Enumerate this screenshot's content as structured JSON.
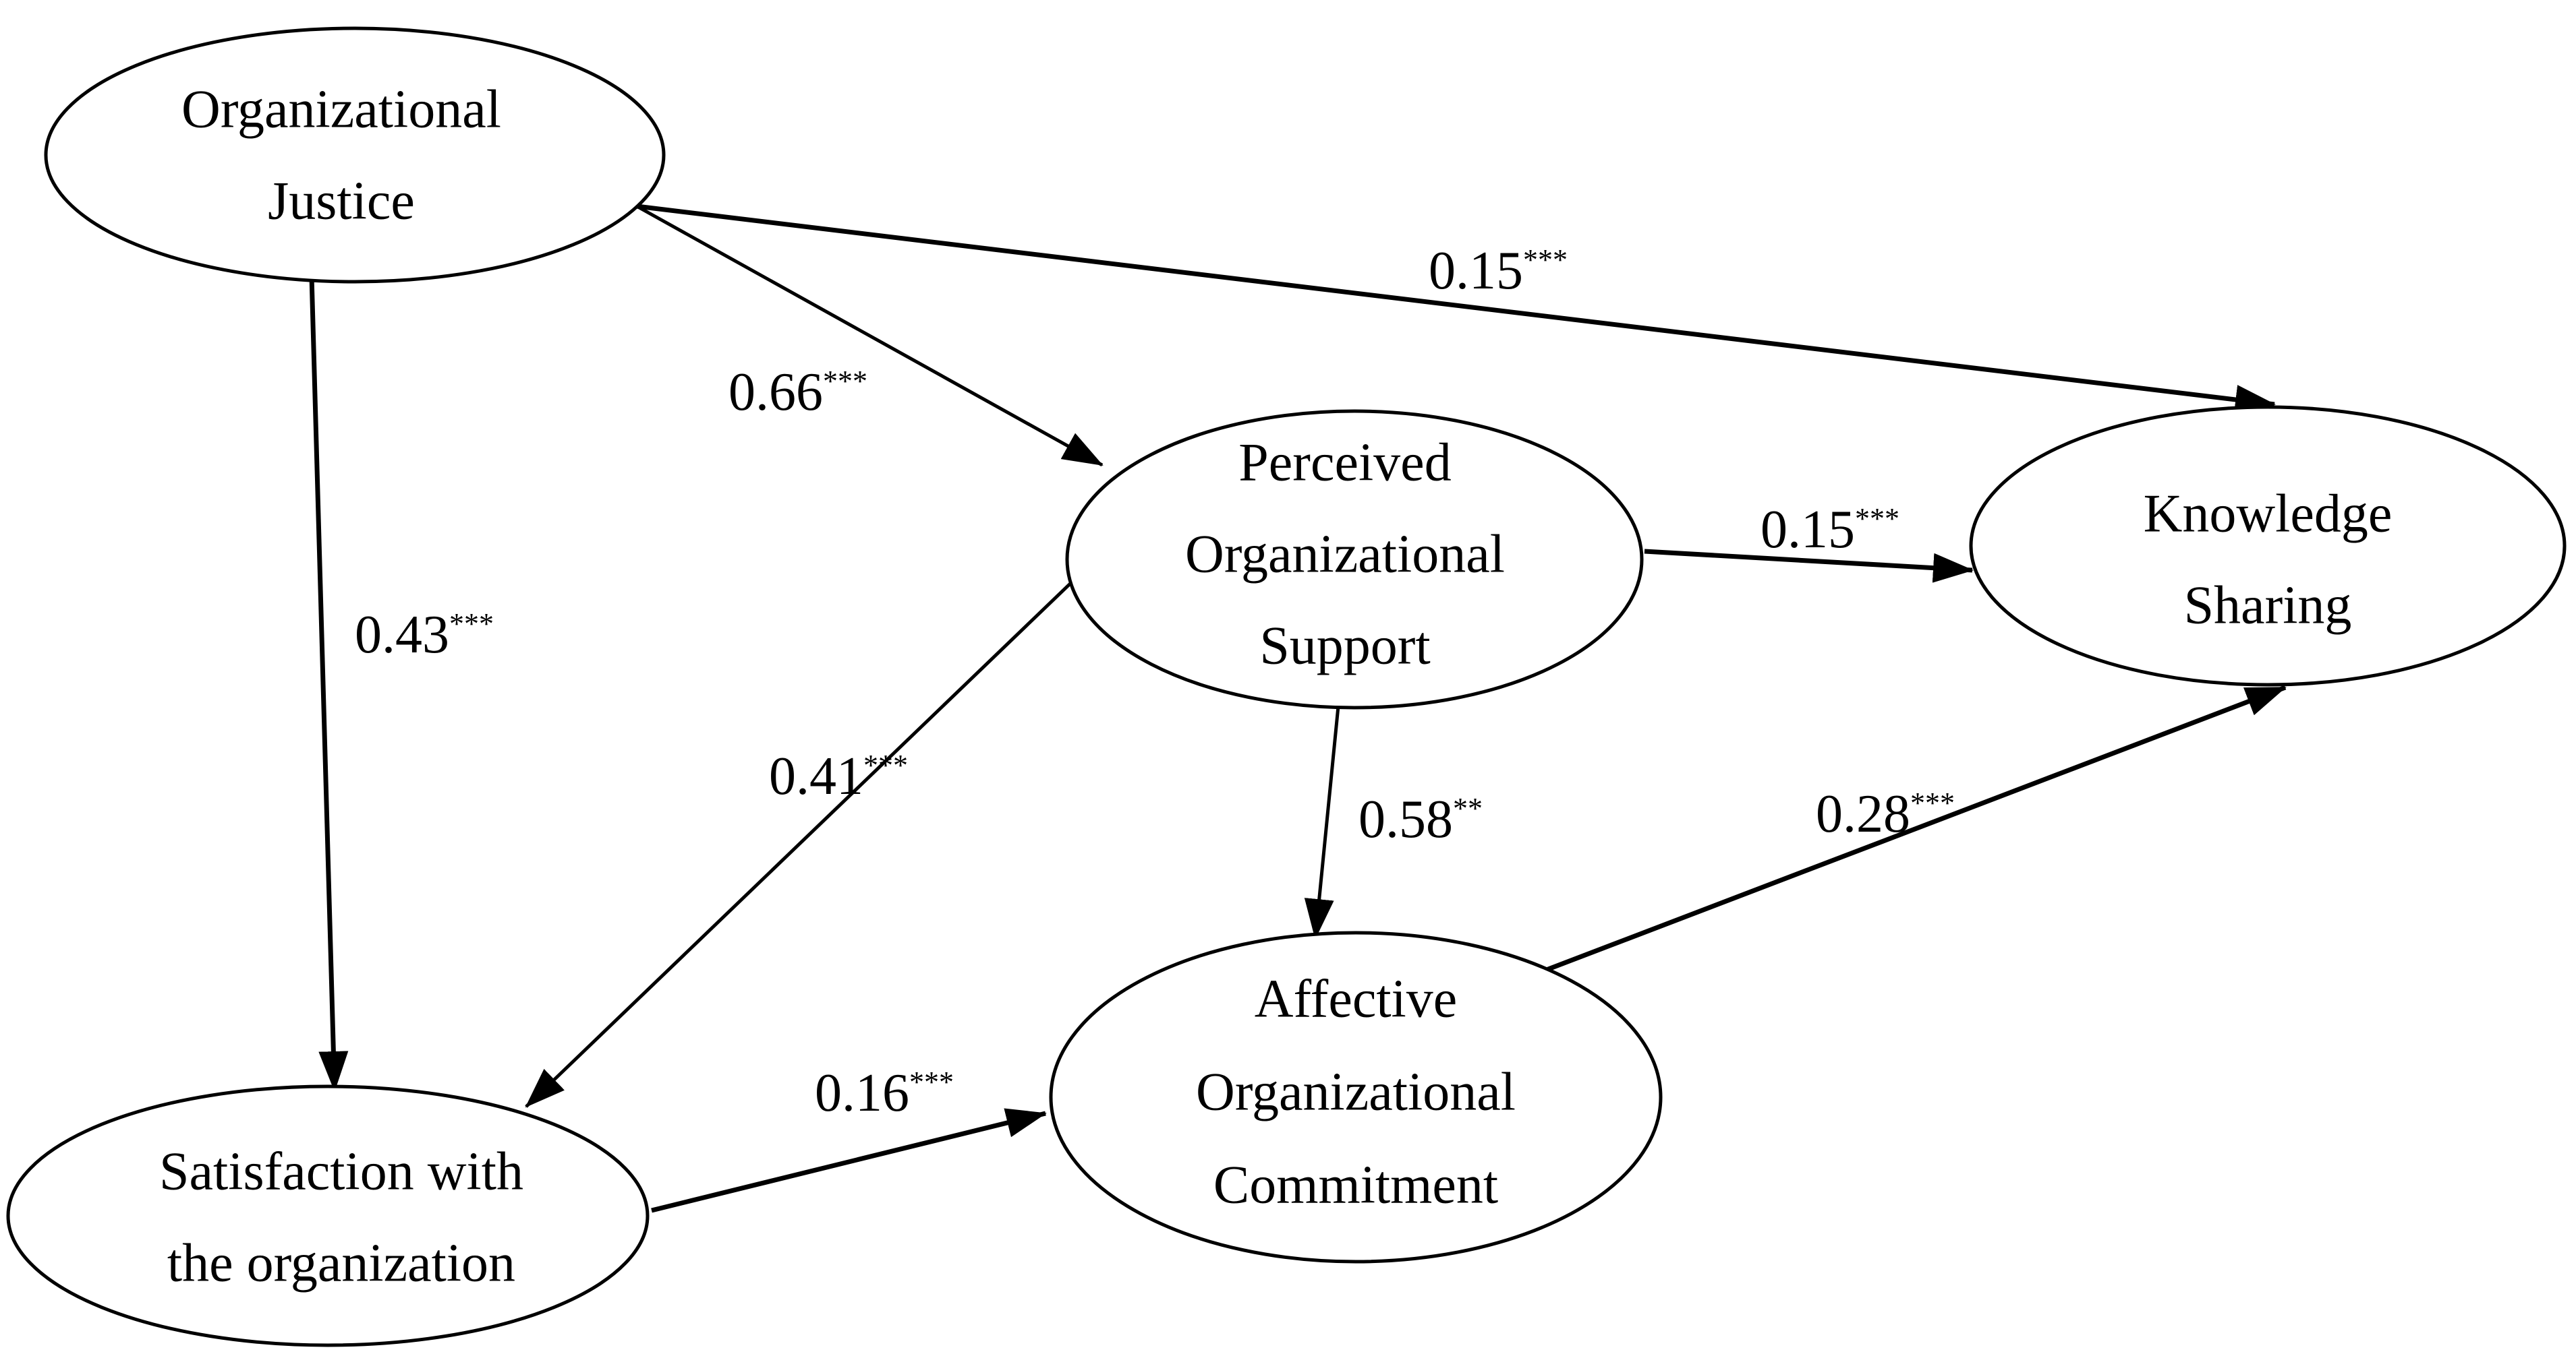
{
  "colors": {
    "stroke": "#000000",
    "background": "#ffffff"
  },
  "nodes": {
    "justice": {
      "lines": [
        "Organizational",
        "Justice"
      ]
    },
    "support": {
      "lines": [
        "Perceived",
        "Organizational",
        "Support"
      ]
    },
    "knowledge": {
      "lines": [
        "Knowledge",
        "Sharing"
      ]
    },
    "satisfaction": {
      "lines": [
        "Satisfaction with",
        "the organization"
      ]
    },
    "commitment": {
      "lines": [
        "Affective",
        "Organizational",
        "Commitment"
      ]
    }
  },
  "edges": [
    {
      "from": "justice",
      "to": "knowledge",
      "coef": "0.15",
      "sig": "***"
    },
    {
      "from": "justice",
      "to": "support",
      "coef": "0.66",
      "sig": "***"
    },
    {
      "from": "justice",
      "to": "satisfaction",
      "coef": "0.43",
      "sig": "***"
    },
    {
      "from": "support",
      "to": "knowledge",
      "coef": "0.15",
      "sig": "***"
    },
    {
      "from": "support",
      "to": "satisfaction",
      "coef": "0.41",
      "sig": "***"
    },
    {
      "from": "support",
      "to": "commitment",
      "coef": "0.58",
      "sig": "**"
    },
    {
      "from": "commitment",
      "to": "knowledge",
      "coef": "0.28",
      "sig": "***"
    },
    {
      "from": "satisfaction",
      "to": "commitment",
      "coef": "0.16",
      "sig": "***"
    }
  ]
}
